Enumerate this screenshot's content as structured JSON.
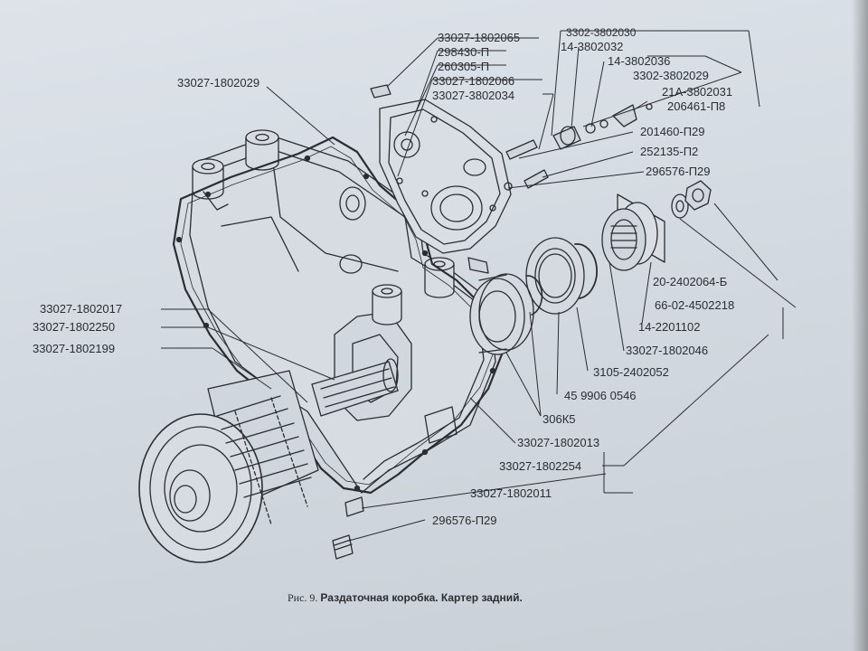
{
  "figure": {
    "caption_prefix": "Рис. 9.",
    "caption_title": "Раздаточная коробка. Картер задний."
  },
  "labels": {
    "l01": "33027-1802065",
    "l02": "298430-П",
    "l03": "260305-П",
    "l04": "33027-1802066",
    "l05": "33027-3802034",
    "l06": "3302-3802030",
    "l07": "14-3802032",
    "l08": "14-3802036",
    "l09": "3302-3802029",
    "l10": "21А-3802031",
    "l11": "206461-П8",
    "l12": "201460-П29",
    "l13": "252135-П2",
    "l14": "296576-П29",
    "l15": "33027-1802029",
    "l16": "20-2402064-Б",
    "l17": "66-02-4502218",
    "l18": "14-2201102",
    "l19": "33027-1802046",
    "l20": "3105-2402052",
    "l21": "45 9906 0546",
    "l22": "306К5",
    "l23": "33027-1802013",
    "l24": "33027-1802254",
    "l25": "33027-1802011",
    "l26": "296576-П29",
    "l27": "33027-1802017",
    "l28": "33027-1802250",
    "l29": "33027-1802199"
  }
}
